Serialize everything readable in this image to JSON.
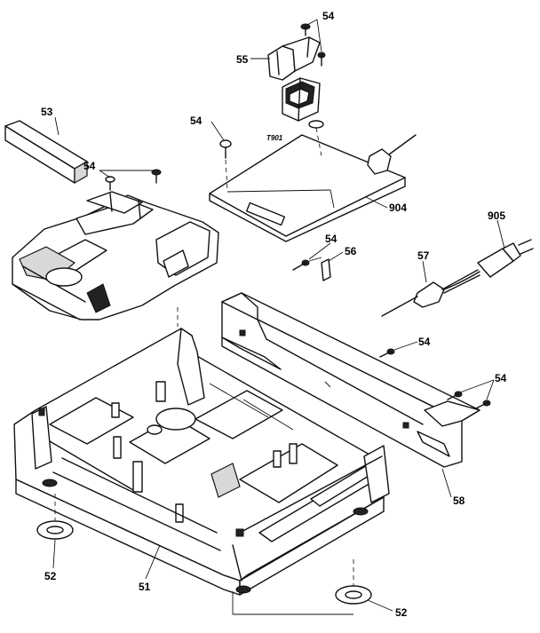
{
  "labels": {
    "l54a": "54",
    "l55": "55",
    "l53": "53",
    "l54b": "54",
    "t901": "T901",
    "l54c": "54",
    "l904": "904",
    "l905": "905",
    "l54d": "54",
    "l56": "56",
    "l57": "57",
    "l54e": "54",
    "l54f": "54",
    "l58": "58",
    "l52a": "52",
    "l51": "51",
    "l52b": "52"
  }
}
